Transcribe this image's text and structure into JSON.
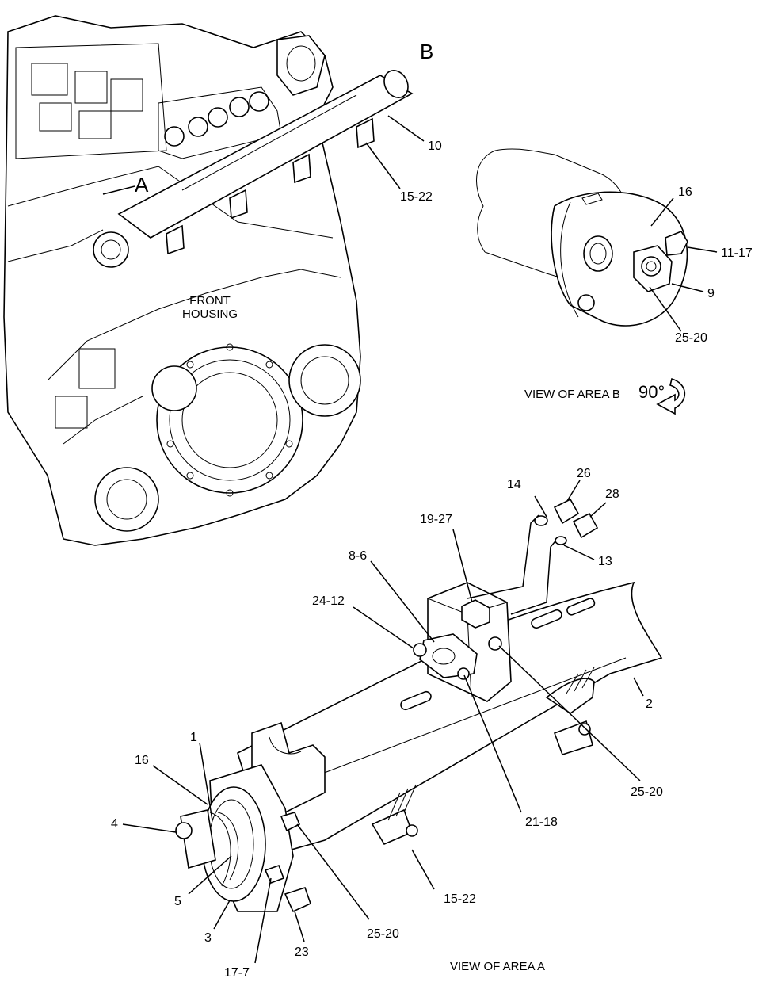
{
  "area_labels": {
    "a": "A",
    "b": "B"
  },
  "front_housing_line1": "FRONT",
  "front_housing_line2": "HOUSING",
  "view_b_caption": "VIEW OF AREA B",
  "rotation": "90°",
  "view_a_caption": "VIEW OF AREA A",
  "callouts": {
    "c10": "10",
    "c15_22_top": "15-22",
    "c16_b": "16",
    "c11_17": "11-17",
    "c9": "9",
    "c25_20_b": "25-20",
    "c14": "14",
    "c26": "26",
    "c28": "28",
    "c19_27": "19-27",
    "c13": "13",
    "c8_6": "8-6",
    "c24_12": "24-12",
    "c2": "2",
    "c25_20_right": "25-20",
    "c21_18": "21-18",
    "c1": "1",
    "c16_a": "16",
    "c4": "4",
    "c5": "5",
    "c3": "3",
    "c17_7": "17-7",
    "c23": "23",
    "c25_20_bottom": "25-20",
    "c15_22_bottom": "15-22"
  }
}
